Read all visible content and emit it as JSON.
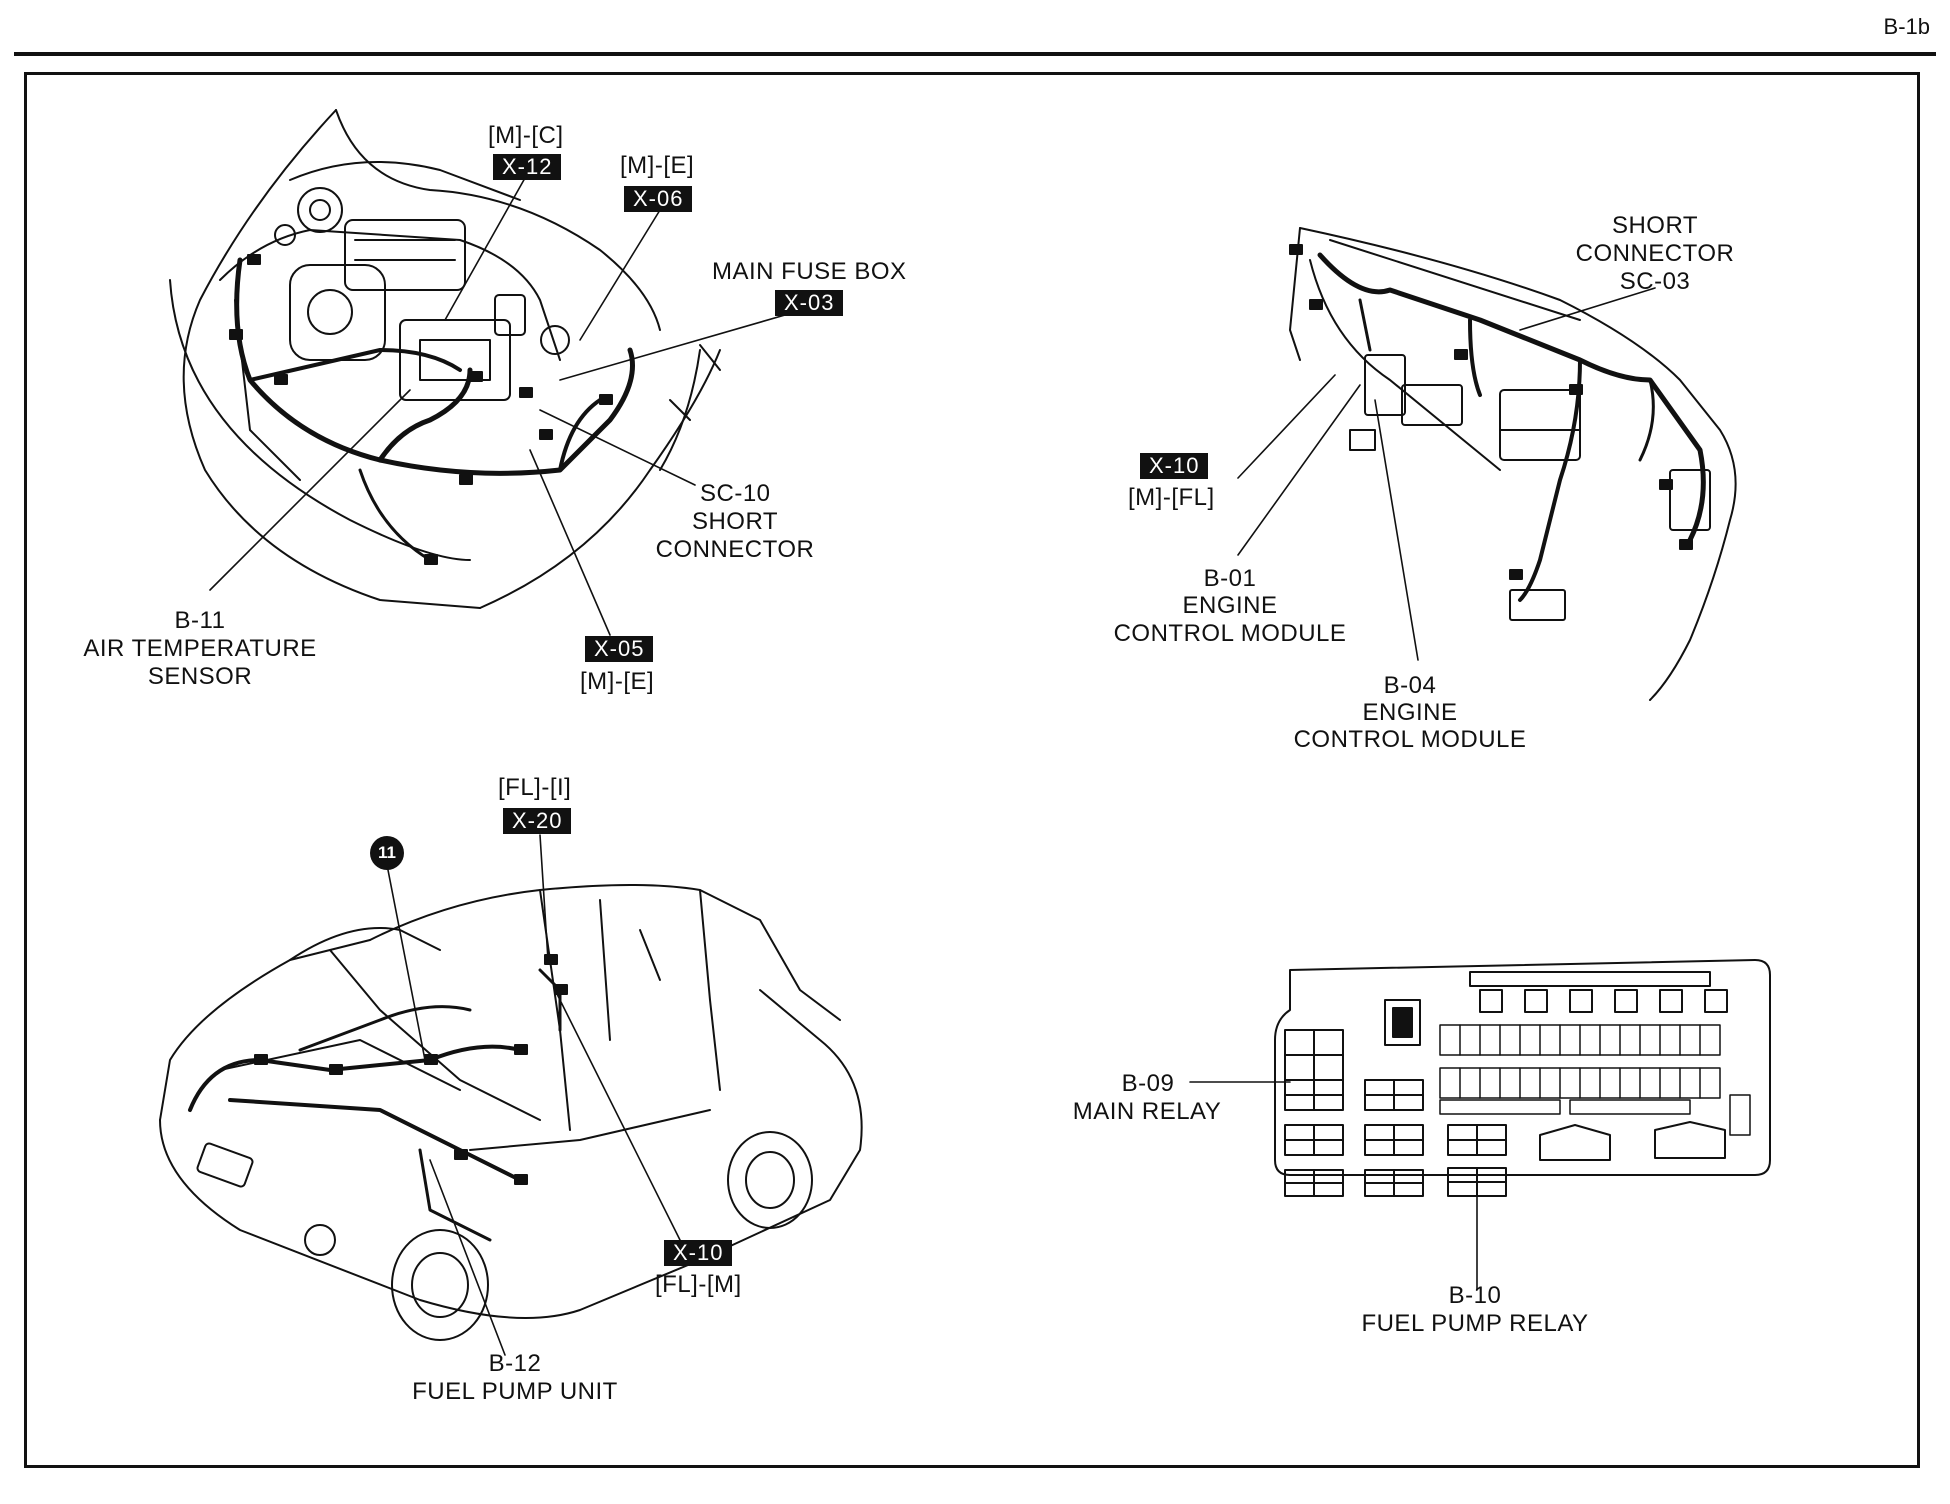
{
  "page_id": "B-1b",
  "engine_bay": {
    "connector_x12": {
      "location": "[M]-[C]",
      "code": "X-12"
    },
    "connector_x06": {
      "location": "[M]-[E]",
      "code": "X-06"
    },
    "main_fuse_box": {
      "title": "MAIN FUSE BOX",
      "code": "X-03"
    },
    "short_connector_sc10": {
      "lines": [
        "SC-10",
        "SHORT",
        "CONNECTOR"
      ]
    },
    "connector_x05": {
      "code": "X-05",
      "location": "[M]-[E]"
    },
    "air_temp_sensor": {
      "lines": [
        "B-11",
        "AIR TEMPERATURE",
        "SENSOR"
      ]
    }
  },
  "dashboard": {
    "short_connector_sc03": {
      "lines": [
        "SHORT",
        "CONNECTOR",
        "SC-03"
      ]
    },
    "connector_x10": {
      "code": "X-10",
      "location": "[M]-[FL]"
    },
    "ecm_b01": {
      "lines": [
        "B-01",
        "ENGINE",
        "CONTROL MODULE"
      ]
    },
    "ecm_b04": {
      "lines": [
        "B-04",
        "ENGINE",
        "CONTROL MODULE"
      ]
    }
  },
  "rear_body": {
    "connector_x20": {
      "location": "[FL]-[I]",
      "code": "X-20"
    },
    "ground_point": {
      "number": "11"
    },
    "connector_x10": {
      "code": "X-10",
      "location": "[FL]-[M]"
    },
    "fuel_pump_unit": {
      "lines": [
        "B-12",
        "FUEL PUMP UNIT"
      ]
    }
  },
  "relay_box": {
    "main_relay": {
      "lines": [
        "B-09",
        "MAIN RELAY"
      ]
    },
    "fuel_pump_relay": {
      "lines": [
        "B-10",
        "FUEL PUMP RELAY"
      ]
    }
  }
}
